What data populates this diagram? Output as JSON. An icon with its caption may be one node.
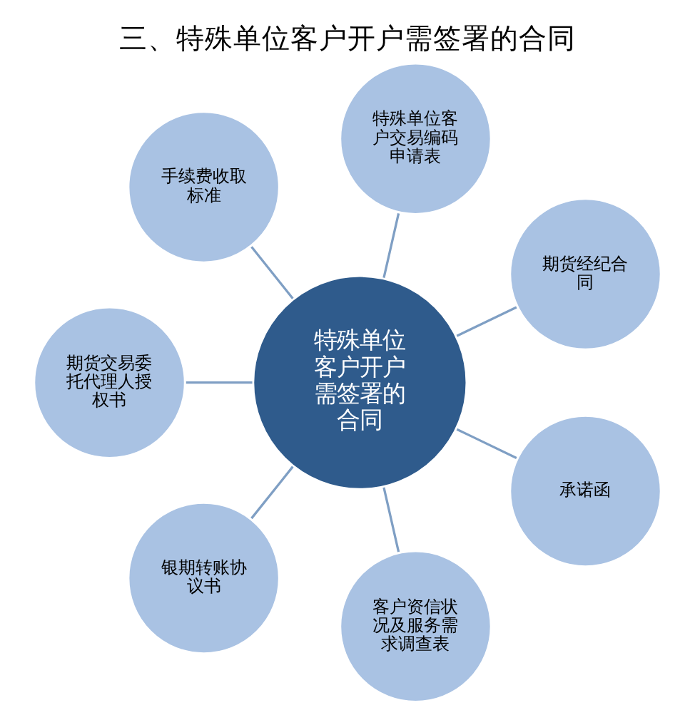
{
  "diagram": {
    "title": "三、特殊单位客户开户需签署的合同",
    "nodes": [
      {
        "text": [
          "特殊单位客户开户需签署的合同"
        ]
      },
      {
        "text": [
          "期货经纪合同"
        ]
      },
      {
        "text": [
          "特殊单位客户交易编码申请表"
        ]
      },
      {
        "text": [
          "手续费收取标准"
        ]
      },
      {
        "text": [
          "期货交易委托代理人授权书"
        ]
      },
      {
        "text": [
          "银期转账协议书"
        ]
      },
      {
        "text": [
          "客户资信状况及服务需求调查表"
        ]
      },
      {
        "text": [
          "承诺函"
        ]
      }
    ],
    "edges": [
      {
        "from": 0,
        "to": 1,
        "arrow": "none"
      },
      {
        "from": 0,
        "to": 2,
        "arrow": "none"
      },
      {
        "from": 0,
        "to": 3,
        "arrow": "none"
      },
      {
        "from": 0,
        "to": 4,
        "arrow": "none"
      },
      {
        "from": 0,
        "to": 5,
        "arrow": "none"
      },
      {
        "from": 0,
        "to": 6,
        "arrow": "none"
      },
      {
        "from": 0,
        "to": 7,
        "arrow": "none"
      }
    ]
  }
}
